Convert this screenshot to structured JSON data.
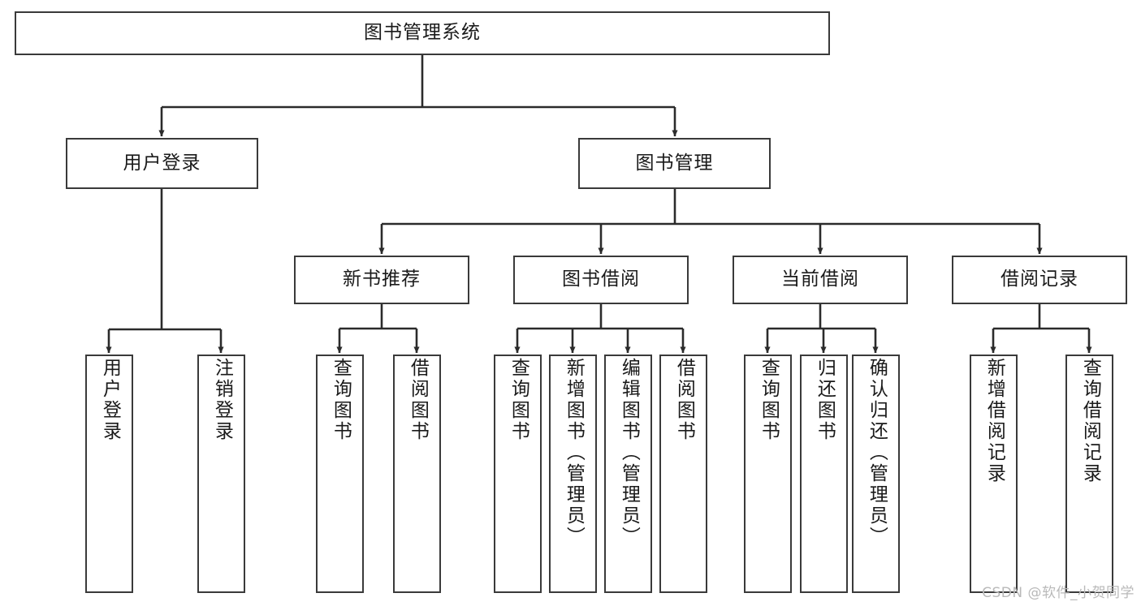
{
  "diagram": {
    "title": "图书管理系统",
    "type": "tree-hierarchy",
    "watermark": "CSDN @软件_小贺同学",
    "colors": {
      "node_border": "#3a3a3a",
      "node_fill": "#ffffff",
      "connector": "#2b2b2b",
      "text": "#1a1a1a",
      "watermark": "#b9b9b9",
      "background": "#ffffff"
    },
    "root": {
      "label": "图书管理系统"
    },
    "level2": [
      {
        "label": "用户登录"
      },
      {
        "label": "图书管理"
      }
    ],
    "level3": [
      {
        "label": "新书推荐"
      },
      {
        "label": "图书借阅"
      },
      {
        "label": "当前借阅"
      },
      {
        "label": "借阅记录"
      }
    ],
    "leaves": {
      "user_login": [
        {
          "label": "用户登录"
        },
        {
          "label": "注销登录"
        }
      ],
      "new_book_recommend": [
        {
          "label": "查询图书"
        },
        {
          "label": "借阅图书"
        }
      ],
      "book_borrow": [
        {
          "label": "查询图书"
        },
        {
          "label": "新增图书（管理员）"
        },
        {
          "label": "编辑图书（管理员）"
        },
        {
          "label": "借阅图书"
        }
      ],
      "current_borrow": [
        {
          "label": "查询图书"
        },
        {
          "label": "归还图书"
        },
        {
          "label": "确认归还（管理员）"
        }
      ],
      "borrow_record": [
        {
          "label": "新增借阅记录"
        },
        {
          "label": "查询借阅记录"
        }
      ]
    }
  }
}
